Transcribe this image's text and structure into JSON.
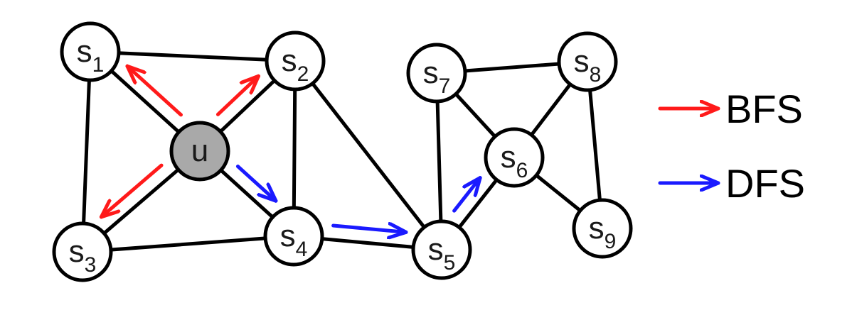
{
  "colors": {
    "background": "#ffffff",
    "bfs": "#ff1a1a",
    "dfs": "#1a1aff",
    "node_fill": "#ffffff",
    "source_fill": "#a9a9a9",
    "edge": "#000000"
  },
  "nodes": [
    {
      "id": "s1",
      "base": "s",
      "sub": "1"
    },
    {
      "id": "s2",
      "base": "s",
      "sub": "2"
    },
    {
      "id": "u",
      "base": "u",
      "sub": ""
    },
    {
      "id": "s3",
      "base": "s",
      "sub": "3"
    },
    {
      "id": "s4",
      "base": "s",
      "sub": "4"
    },
    {
      "id": "s5",
      "base": "s",
      "sub": "5"
    },
    {
      "id": "s6",
      "base": "s",
      "sub": "6"
    },
    {
      "id": "s7",
      "base": "s",
      "sub": "7"
    },
    {
      "id": "s8",
      "base": "s",
      "sub": "8"
    },
    {
      "id": "s9",
      "base": "s",
      "sub": "9"
    }
  ],
  "edges": [
    [
      "s1",
      "s2"
    ],
    [
      "s1",
      "u"
    ],
    [
      "s1",
      "s3"
    ],
    [
      "s2",
      "u"
    ],
    [
      "s2",
      "s4"
    ],
    [
      "s2",
      "s5"
    ],
    [
      "u",
      "s3"
    ],
    [
      "u",
      "s4"
    ],
    [
      "s3",
      "s4"
    ],
    [
      "s4",
      "s5"
    ],
    [
      "s5",
      "s7"
    ],
    [
      "s5",
      "s6"
    ],
    [
      "s7",
      "s8"
    ],
    [
      "s7",
      "s6"
    ],
    [
      "s8",
      "s6"
    ],
    [
      "s8",
      "s9"
    ],
    [
      "s6",
      "s9"
    ]
  ],
  "traversals": [
    {
      "type": "BFS",
      "from": "u",
      "to": "s1"
    },
    {
      "type": "BFS",
      "from": "u",
      "to": "s2"
    },
    {
      "type": "BFS",
      "from": "u",
      "to": "s3"
    },
    {
      "type": "DFS",
      "from": "u",
      "to": "s4"
    },
    {
      "type": "DFS",
      "from": "s4",
      "to": "s5"
    },
    {
      "type": "DFS",
      "from": "s5",
      "to": "s6"
    }
  ],
  "legend": [
    {
      "type": "BFS",
      "label": "BFS"
    },
    {
      "type": "DFS",
      "label": "DFS"
    }
  ]
}
